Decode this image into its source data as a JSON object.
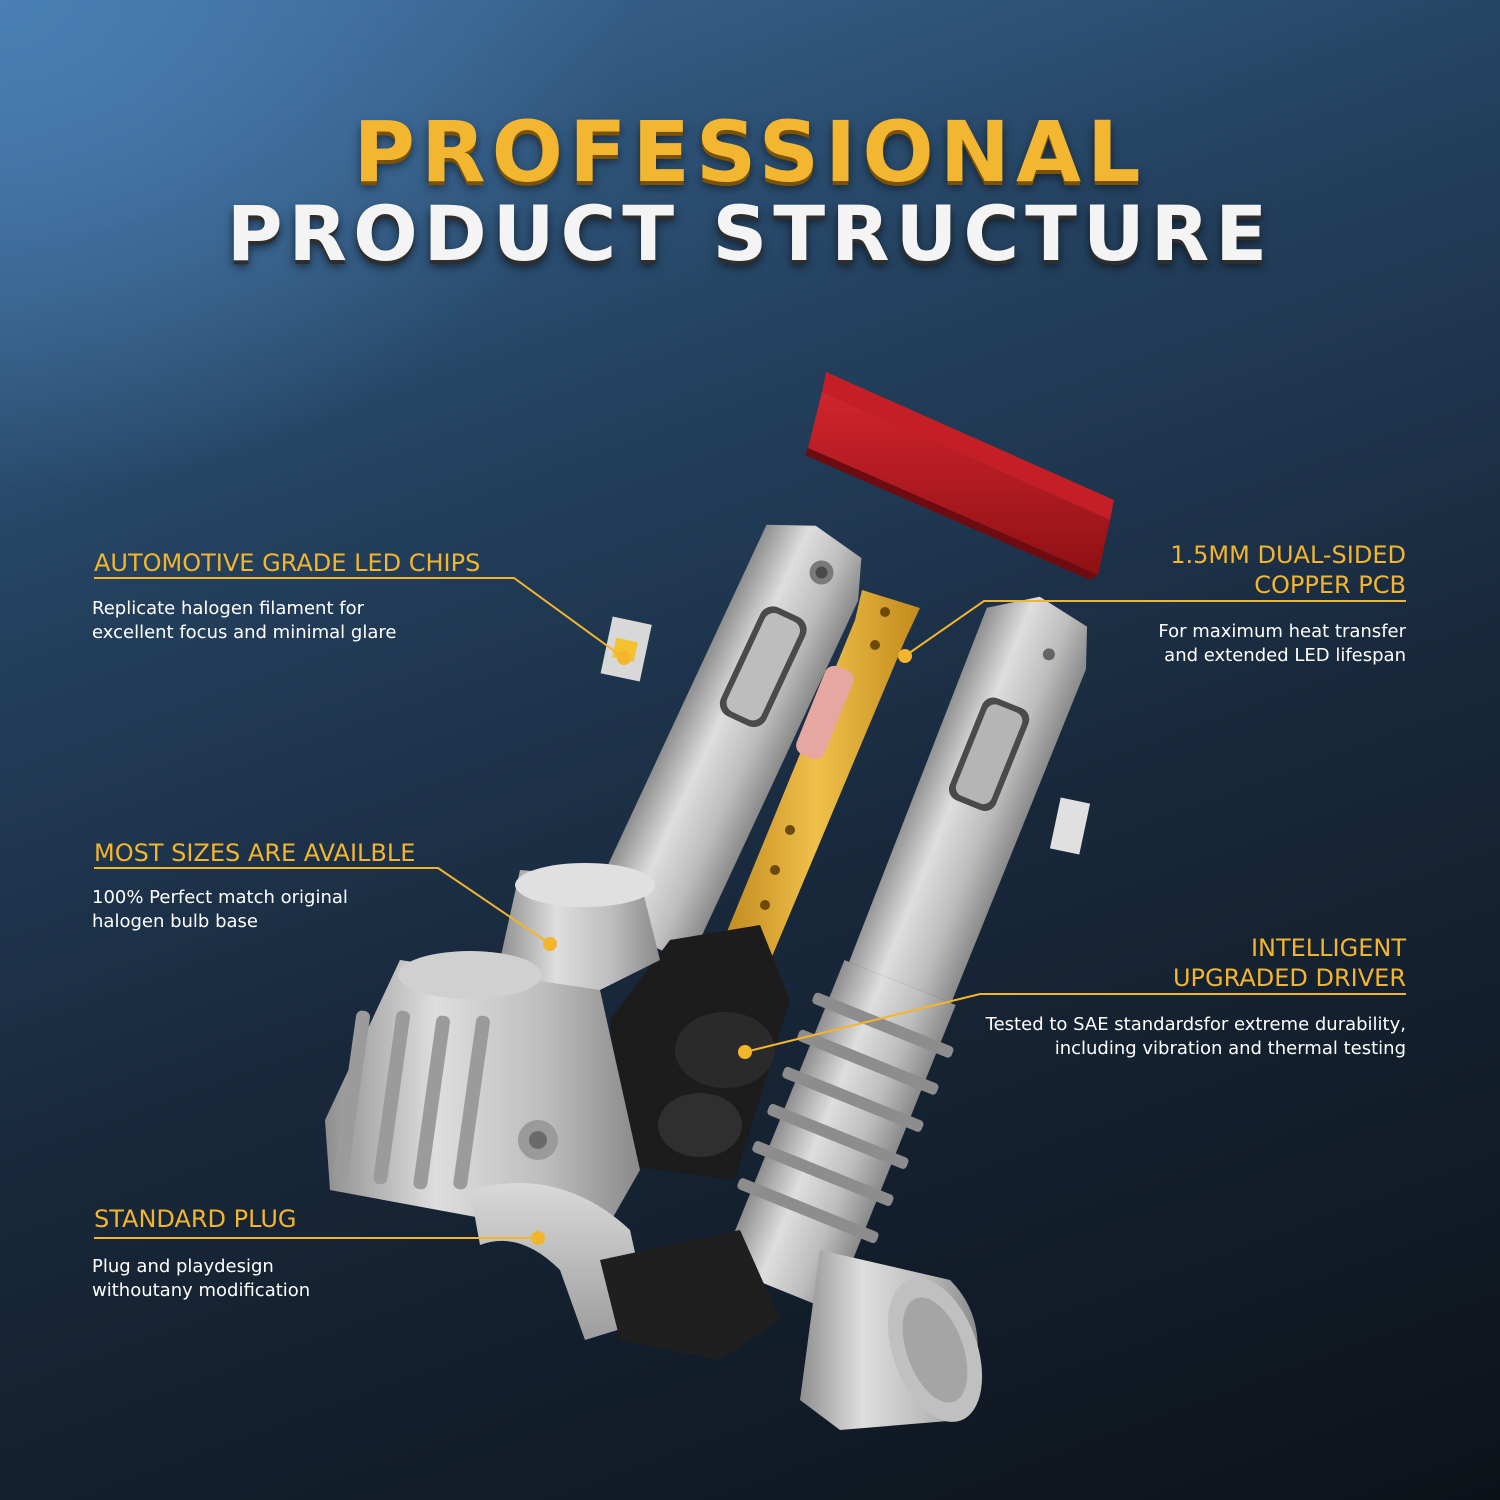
{
  "title": {
    "line1": "PROFESSIONAL",
    "line2": "PRODUCT STRUCTURE"
  },
  "features": [
    {
      "heading": "AUTOMOTIVE GRADE LED CHIPS",
      "desc_lines": [
        "Replicate halogen filament for",
        "excellent focus and minimal glare"
      ]
    },
    {
      "heading_lines": [
        "1.5MM DUAL-SIDED",
        "COPPER PCB"
      ],
      "desc_lines": [
        "For maximum heat transfer",
        "and extended LED lifespan"
      ]
    },
    {
      "heading": "MOST SIZES ARE AVAILBLE",
      "desc_lines": [
        "100% Perfect match original",
        "halogen bulb base"
      ]
    },
    {
      "heading_lines": [
        "INTELLIGENT",
        "UPGRADED DRIVER"
      ],
      "desc_lines": [
        "Tested to SAE standardsfor extreme durability,",
        "including vibration and thermal testing"
      ]
    },
    {
      "heading": "STANDARD PLUG",
      "desc_lines": [
        "Plug and playdesign",
        "withoutany modification"
      ]
    }
  ],
  "colors": {
    "accent": "#f3b52c",
    "title_gold": "#f2b631",
    "title_white": "#f4f4f4",
    "background_top": "#4a7fb3",
    "background_bottom": "#0d1219",
    "seal_red": "#b5181f",
    "pcb_gold": "#e3ad2a",
    "aluminum": "#c9c9c9",
    "driver_black": "#1a1a1a"
  }
}
